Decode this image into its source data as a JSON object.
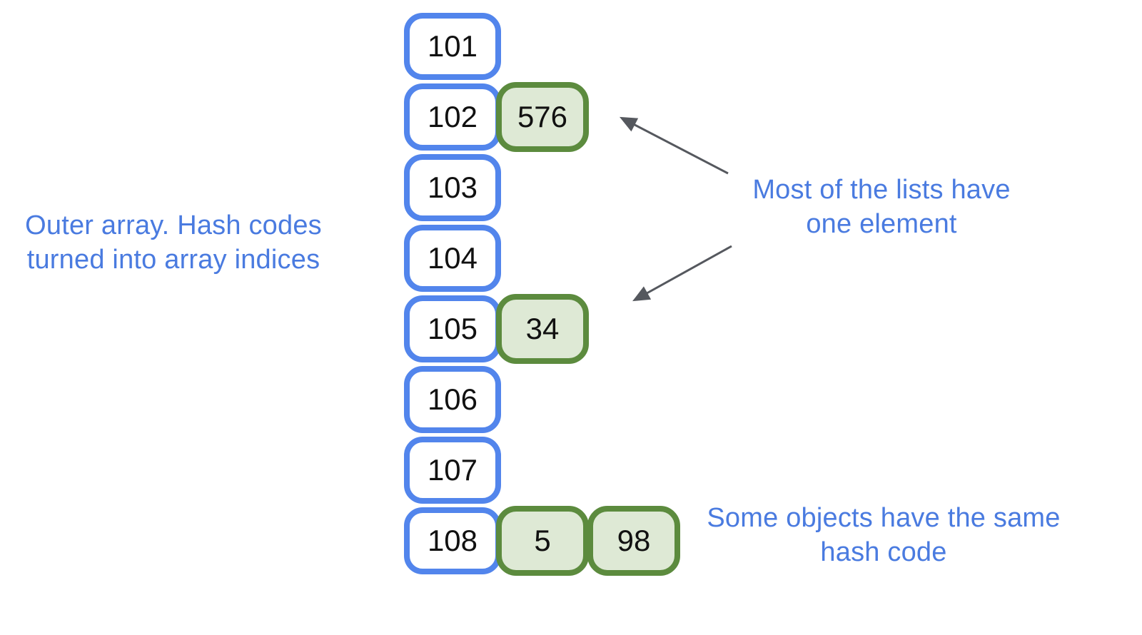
{
  "array": {
    "buckets": [
      {
        "index": "101",
        "chain": []
      },
      {
        "index": "102",
        "chain": [
          "576"
        ]
      },
      {
        "index": "103",
        "chain": []
      },
      {
        "index": "104",
        "chain": []
      },
      {
        "index": "105",
        "chain": [
          "34"
        ]
      },
      {
        "index": "106",
        "chain": []
      },
      {
        "index": "107",
        "chain": []
      },
      {
        "index": "108",
        "chain": [
          "5",
          "98"
        ]
      }
    ]
  },
  "labels": {
    "outer_array": {
      "line1": "Outer array. Hash codes",
      "line2": "turned into array indices"
    },
    "most_lists": {
      "line1": "Most of the lists have",
      "line2": "one element"
    },
    "same_hash": {
      "line1": "Some objects have the same",
      "line2": "hash code"
    }
  },
  "colors": {
    "bucket_border": "#5285EC",
    "chain_border": "#5C8B3E",
    "chain_fill": "#DEE9D5",
    "label_text": "#4A7BE0",
    "arrow": "#55585E"
  }
}
